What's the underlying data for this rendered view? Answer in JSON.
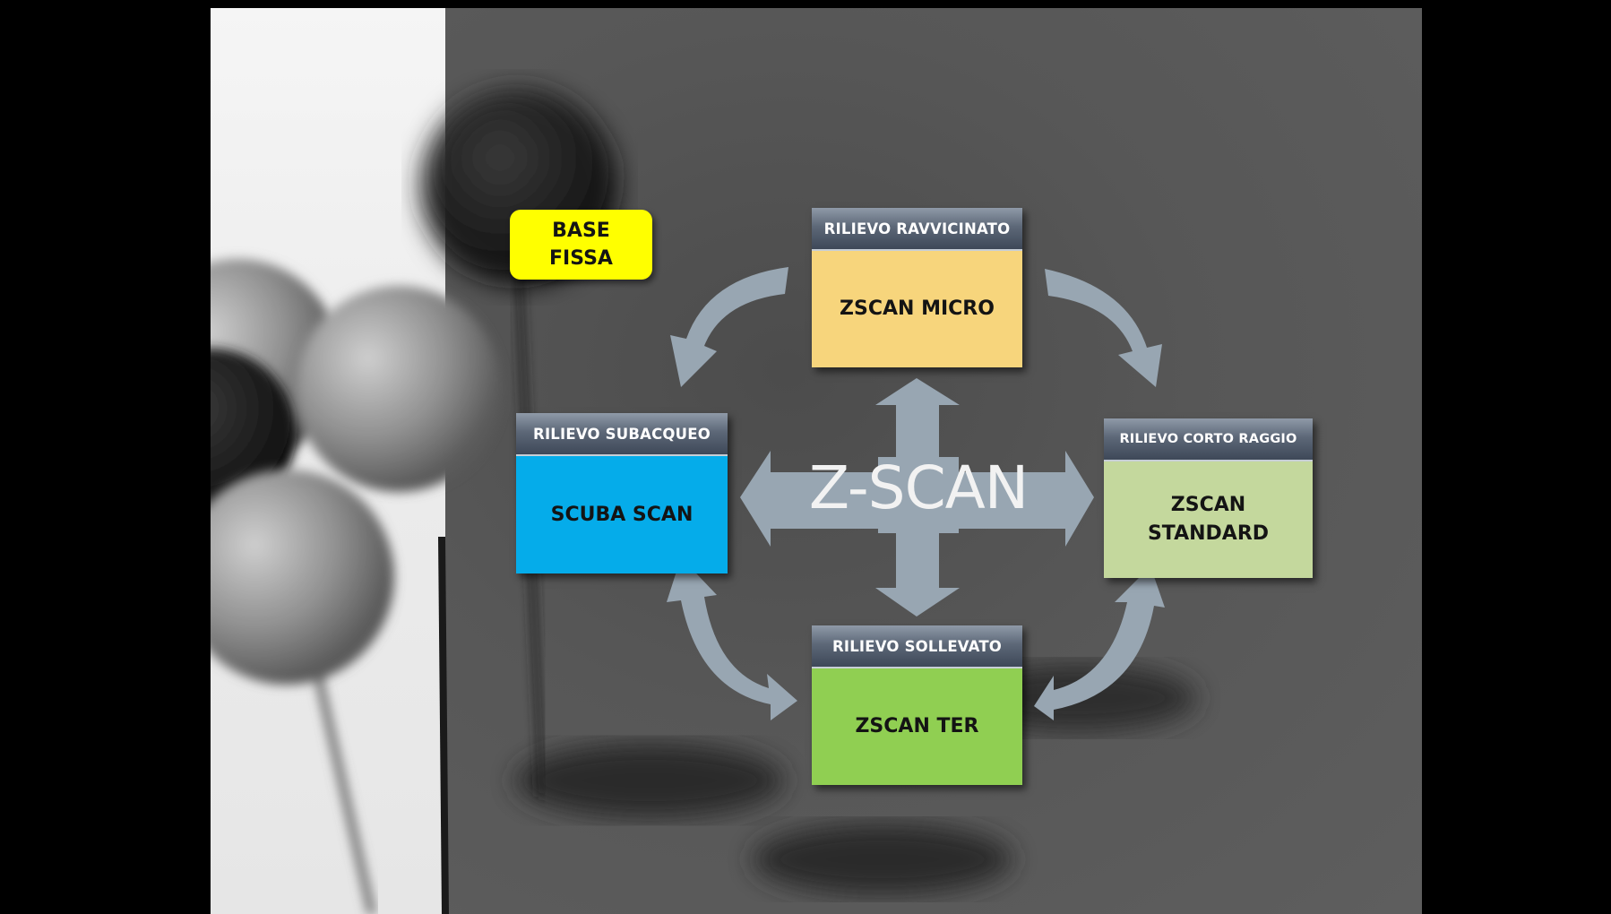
{
  "diagram": {
    "center_label": "Z-SCAN",
    "badge": "BASE\nFISSA",
    "nodes": {
      "top": {
        "header": "RILIEVO RAVVICINATO",
        "label": "ZSCAN MICRO",
        "color": "#f7d57c"
      },
      "left": {
        "header": "RILIEVO SUBACQUEO",
        "label": "SCUBA SCAN",
        "color": "#05acea"
      },
      "right": {
        "header": "RILIEVO CORTO RAGGIO",
        "label": "ZSCAN\nSTANDARD",
        "color": "#c4d89d"
      },
      "bottom": {
        "header": "RILIEVO SOLLEVATO",
        "label": "ZSCAN TER",
        "color": "#90cf52"
      }
    },
    "badge_color": "#ffff00",
    "arrow_color": "#98a6b2",
    "header_color": "#4a5566"
  }
}
